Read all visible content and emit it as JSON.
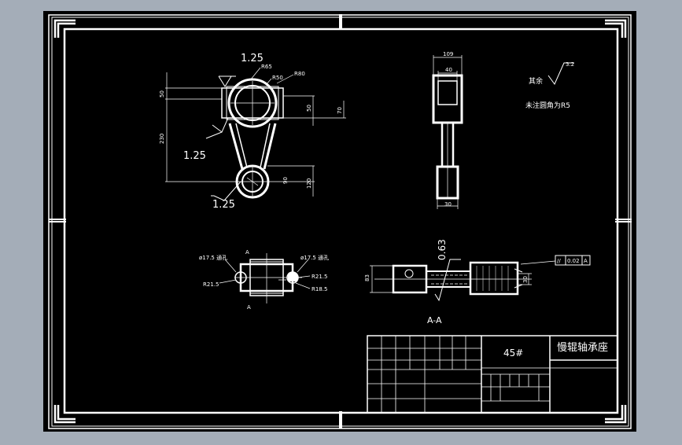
{
  "colors": {
    "background": "#a4adb8",
    "sheet": "#000000",
    "line": "#ffffff"
  },
  "view1": {
    "roughness_top": "1.25",
    "roughness_mid": "1.25",
    "roughness_bottom": "1.25",
    "r65": "R65",
    "r50": "R50",
    "r80": "R80",
    "dim_50_left": "50",
    "dim_230": "230",
    "dim_50_right": "50",
    "dim_70": "70",
    "dim_90": "90",
    "dim_120": "120"
  },
  "view2": {
    "dim_109": "109",
    "dim_40": "40",
    "dim_30": "30"
  },
  "notes": {
    "roughness_value": "3.2",
    "rest_label": "其余",
    "fillet_note": "未注圆角为R5"
  },
  "view3": {
    "hole_left": "ø17.5 通孔",
    "hole_right": "ø17.5 通孔",
    "r21_left": "R21.5",
    "r21_right": "R21.5",
    "r18": "R18.5",
    "section_mark_top": "A",
    "section_mark_bottom": "A"
  },
  "view4": {
    "roughness": "0.63",
    "dim_83": "83",
    "dim_30": "30",
    "tolerance_symbol": "//",
    "tolerance_value": "0.02",
    "datum": "A",
    "section_label": "A-A"
  },
  "title_block": {
    "material": "45#",
    "part_name": "慢辊轴承座"
  }
}
